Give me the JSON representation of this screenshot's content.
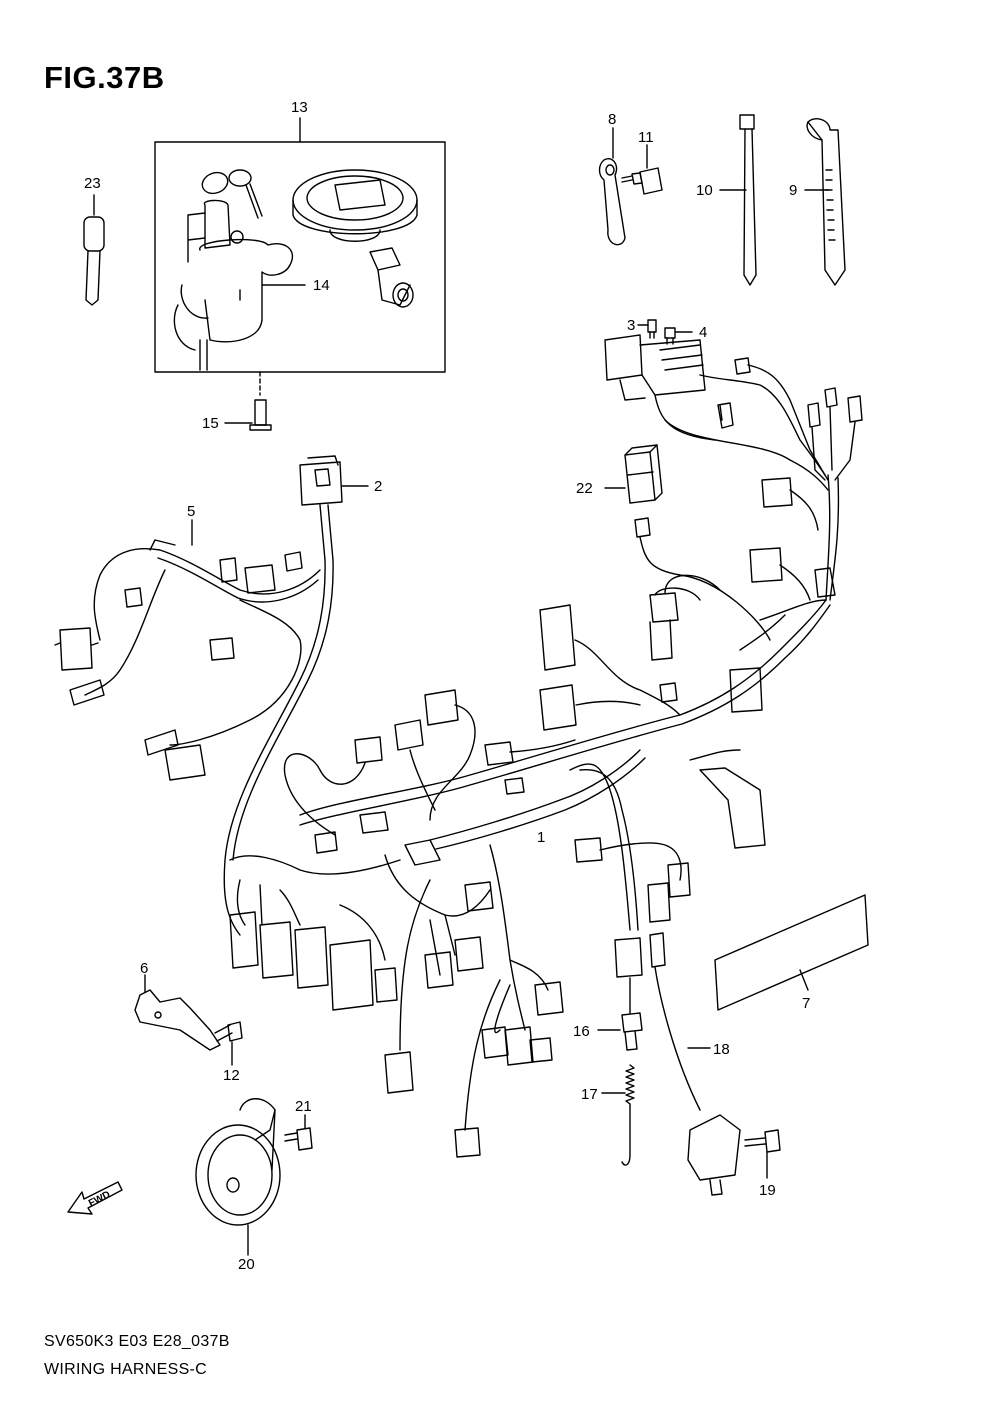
{
  "figure": {
    "title": "FIG.37B",
    "code": "SV650K3 E03 E28_037B",
    "name": "WIRING HARNESS-C",
    "fwd_label": "FWD"
  },
  "callouts": {
    "c1": "1",
    "c2": "2",
    "c3": "3",
    "c4": "4",
    "c5": "5",
    "c6": "6",
    "c7": "7",
    "c8": "8",
    "c9": "9",
    "c10": "10",
    "c11": "11",
    "c12": "12",
    "c13": "13",
    "c14": "14",
    "c15": "15",
    "c16": "16",
    "c17": "17",
    "c18": "18",
    "c19": "19",
    "c20": "20",
    "c21": "21",
    "c22": "22",
    "c23": "23"
  },
  "icons": [
    "key-icon",
    "ignition-switch-icon",
    "fuel-cap-icon",
    "cable-tie-icon",
    "clamp-icon",
    "bolt-icon",
    "fuse-icon",
    "fuse-box-icon",
    "relay-icon",
    "connector-icon",
    "bracket-icon",
    "horn-icon",
    "spring-icon",
    "brake-switch-icon",
    "label-plate-icon",
    "fwd-arrow-icon"
  ]
}
